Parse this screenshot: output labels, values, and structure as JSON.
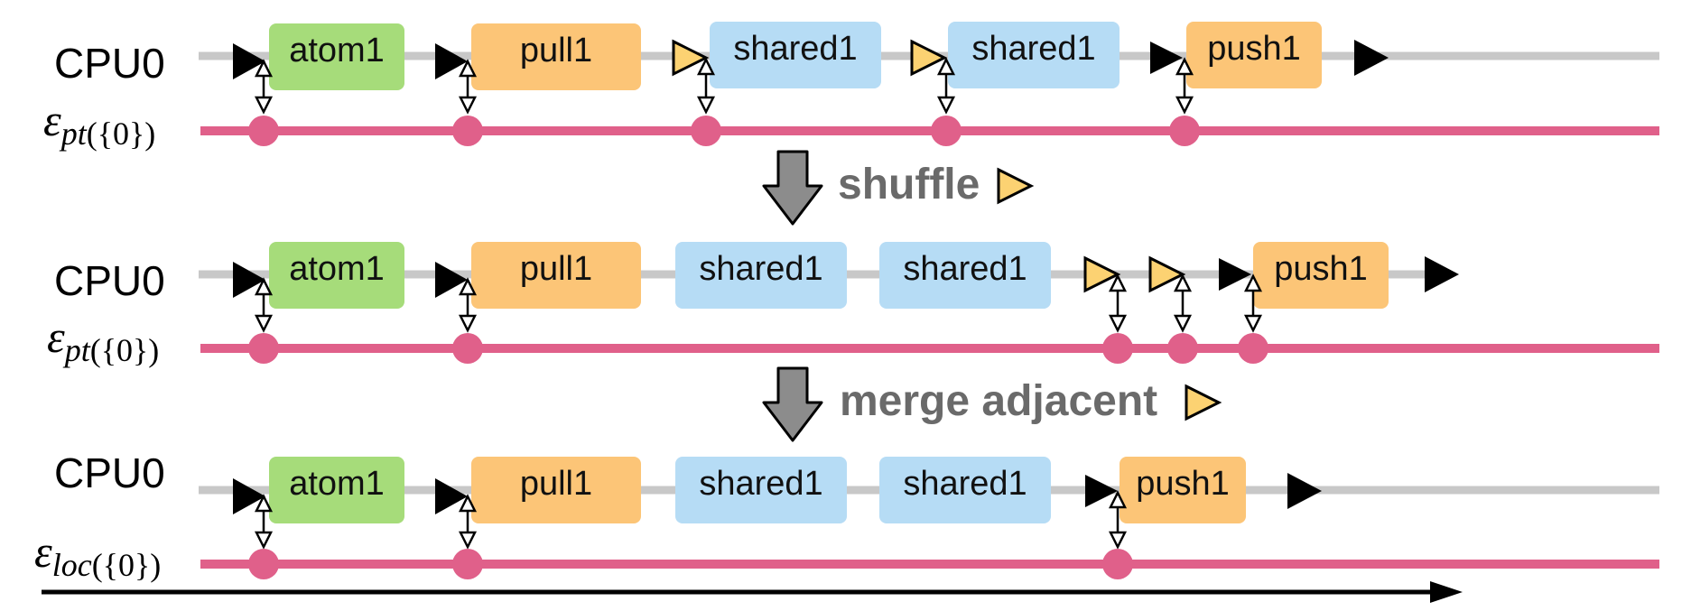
{
  "colors": {
    "track": "#c8c8c8",
    "event_line": "#e0608a",
    "atom": "#a6dc7a",
    "pull": "#fcc577",
    "push": "#fcc577",
    "shared": "#b6dcf5",
    "yellow_marker": "#fcd272",
    "black_marker": "#000000",
    "step_arrow": "#8c8c8c"
  },
  "rows": [
    {
      "cpu_label": "CPU0",
      "eps_symbol": "ε",
      "eps_sub": "pt",
      "eps_args": "({0})",
      "boxes": [
        {
          "label": "atom1",
          "kind": "atom"
        },
        {
          "label": "pull1",
          "kind": "pull"
        },
        {
          "label": "shared1",
          "kind": "shared"
        },
        {
          "label": "shared1",
          "kind": "shared"
        },
        {
          "label": "push1",
          "kind": "push"
        }
      ]
    },
    {
      "cpu_label": "CPU0",
      "eps_symbol": "ε",
      "eps_sub": "pt",
      "eps_args": "({0})",
      "boxes": [
        {
          "label": "atom1",
          "kind": "atom"
        },
        {
          "label": "pull1",
          "kind": "pull"
        },
        {
          "label": "shared1",
          "kind": "shared"
        },
        {
          "label": "shared1",
          "kind": "shared"
        },
        {
          "label": "push1",
          "kind": "push"
        }
      ]
    },
    {
      "cpu_label": "CPU0",
      "eps_symbol": "ε",
      "eps_sub": "loc",
      "eps_args": "({0})",
      "boxes": [
        {
          "label": "atom1",
          "kind": "atom"
        },
        {
          "label": "pull1",
          "kind": "pull"
        },
        {
          "label": "shared1",
          "kind": "shared"
        },
        {
          "label": "shared1",
          "kind": "shared"
        },
        {
          "label": "push1",
          "kind": "push"
        }
      ]
    }
  ],
  "steps": [
    {
      "label": "shuffle"
    },
    {
      "label": "merge adjacent"
    }
  ]
}
